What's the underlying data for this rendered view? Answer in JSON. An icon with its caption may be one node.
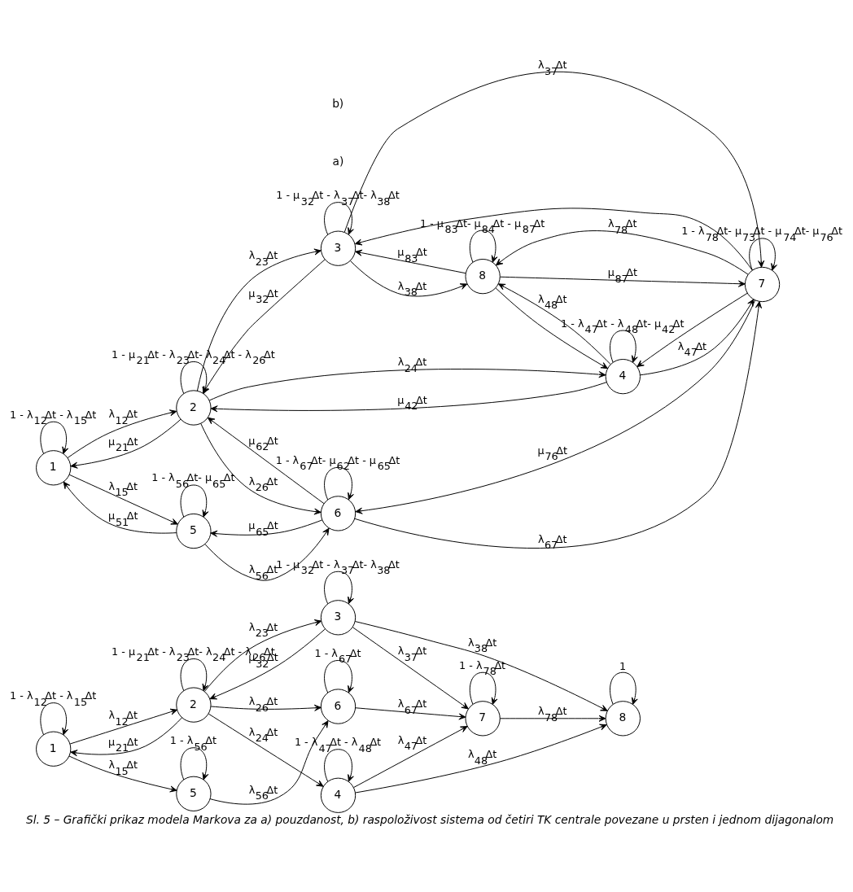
{
  "diagram": {
    "caption": "Sl. 5 – Grafički prikaz modela Markova za a) pouzdanost, b) raspoloživost sistema od četiri TK centrale povezane u prsten i jednom dijagonalom",
    "nodes": [
      {
        "text": [
          "1"
        ]
      },
      {
        "text": [
          "2"
        ]
      },
      {
        "text": [
          "3"
        ]
      },
      {
        "text": [
          "8"
        ]
      },
      {
        "text": [
          "4"
        ]
      },
      {
        "text": [
          "5"
        ]
      },
      {
        "text": [
          "6"
        ]
      },
      {
        "text": [
          "7"
        ]
      },
      {
        "text": [
          "1"
        ]
      },
      {
        "text": [
          "2"
        ]
      },
      {
        "text": [
          "3"
        ]
      },
      {
        "text": [
          "8"
        ]
      },
      {
        "text": [
          "4"
        ]
      },
      {
        "text": [
          "5"
        ]
      },
      {
        "text": [
          "6"
        ]
      },
      {
        "text": [
          "7"
        ]
      }
    ],
    "edges": [
      {
        "from": 0,
        "to": 0,
        "arrow": "to",
        "label": "1 - λ$_{12}$Δt - λ$_{15}$Δt"
      },
      {
        "from": 1,
        "to": 1,
        "arrow": "to",
        "label": "1 - μ$_{21}$Δt - λ$_{23}$Δt- λ$_{24}$Δt - λ$_{26}$Δt"
      },
      {
        "from": 2,
        "to": 2,
        "arrow": "to",
        "label": "1 - μ$_{32}$Δt - λ$_{37}$Δt- λ$_{38}$Δt"
      },
      {
        "from": 3,
        "to": 3,
        "arrow": "to",
        "label": "1"
      },
      {
        "from": 0,
        "to": 1,
        "arrow": "to",
        "label": "λ$_{12}$Δt"
      },
      {
        "from": 1,
        "to": 0,
        "arrow": "to",
        "label": "μ$_{21}$Δt"
      },
      {
        "from": 1,
        "to": 2,
        "arrow": "to",
        "label": "λ$_{23}$Δt"
      },
      {
        "from": 2,
        "to": 1,
        "arrow": "to",
        "label": "μ$_{32}$Δt"
      },
      {
        "from": 2,
        "to": 3,
        "arrow": "to",
        "label": "λ$_{38}$Δt"
      },
      {
        "from": 0,
        "to": 5,
        "arrow": "to",
        "label": "λ$_{15}$Δt"
      },
      {
        "from": 1,
        "to": 6,
        "arrow": "to",
        "label": "λ$_{26}$Δt"
      },
      {
        "from": 1,
        "to": 4,
        "arrow": "to",
        "label": "λ$_{24}$Δt"
      },
      {
        "from": 4,
        "to": 3,
        "arrow": "to",
        "label": "λ$_{48}$Δt"
      },
      {
        "from": 2,
        "to": 7,
        "arrow": "to",
        "label": "λ$_{37}$Δt"
      },
      {
        "from": 4,
        "to": 7,
        "arrow": "to",
        "label": "λ$_{47}$Δt"
      },
      {
        "from": 7,
        "to": 3,
        "arrow": "to",
        "label": "λ$_{78}$Δt"
      },
      {
        "from": 4,
        "to": 4,
        "arrow": "to",
        "label": "1 - λ$_{47}$Δt - λ$_{48}$Δt"
      },
      {
        "from": 5,
        "to": 6,
        "arrow": "to",
        "label": "λ$_{56}$Δt"
      },
      {
        "from": 6,
        "to": 7,
        "arrow": "to",
        "label": "λ$_{67}$Δt"
      },
      {
        "from": 5,
        "to": 5,
        "arrow": "to",
        "label": "1 - λ$_{56}$Δt"
      },
      {
        "from": 6,
        "to": 6,
        "arrow": "to",
        "label": "1 - λ$_{67}$Δt"
      },
      {
        "from": 7,
        "to": 7,
        "arrow": "to",
        "label": "1 - λ$_{78}$Δt"
      },
      {
        "from": 8,
        "to": 8,
        "arrow": "to",
        "label": "1 - λ$_{12}$Δt - λ$_{15}$Δt"
      },
      {
        "from": 9,
        "to": 9,
        "arrow": "to",
        "label": "1 - μ$_{21}$Δt - λ$_{23}$Δt- λ$_{24}$Δt - λ$_{26}$Δt"
      },
      {
        "from": 10,
        "to": 10,
        "arrow": "to",
        "label": "1 - μ$_{32}$Δt - λ$_{37}$Δt- λ$_{38}$Δt"
      },
      {
        "from": 11,
        "to": 11,
        "arrow": "to",
        "label": "1 - μ$_{83}$Δt- μ$_{84}$Δt - μ$_{87}$Δt"
      },
      {
        "from": 8,
        "to": 9,
        "arrow": "to",
        "label": "λ$_{12}$Δt"
      },
      {
        "from": 9,
        "to": 8,
        "arrow": "to",
        "label": "μ$_{21}$Δt"
      },
      {
        "from": 9,
        "to": 10,
        "arrow": "to",
        "label": "λ$_{23}$Δt"
      },
      {
        "from": 10,
        "to": 9,
        "arrow": "to",
        "label": "μ$_{32}$Δt"
      },
      {
        "from": 10,
        "to": 11,
        "arrow": "to",
        "label": "λ$_{38}$Δt"
      },
      {
        "from": 11,
        "to": 10,
        "arrow": "to",
        "label": "μ$_{83}$Δt"
      },
      {
        "from": 12,
        "to": 9,
        "arrow": "to",
        "label": "μ$_{42}$Δt"
      },
      {
        "from": 9,
        "to": 12,
        "arrow": "to",
        "label": "λ$_{24}$Δt"
      },
      {
        "from": 12,
        "to": 11,
        "arrow": "to",
        "label": "λ$_{48}$Δt"
      },
      {
        "from": 11,
        "to": 12,
        "arrow": "to"
      },
      {
        "from": 8,
        "to": 13,
        "arrow": "to",
        "label": "λ$_{15}$Δt"
      },
      {
        "from": 13,
        "to": 8,
        "arrow": "to",
        "label": "μ$_{51}$Δt"
      },
      {
        "from": 9,
        "to": 14,
        "arrow": "to",
        "label": "λ$_{26}$Δt"
      },
      {
        "from": 14,
        "to": 9,
        "arrow": "to",
        "label": "μ$_{62}$Δt"
      },
      {
        "from": 10,
        "to": 15,
        "arrow": "to",
        "label": "λ$_{37}$Δt"
      },
      {
        "from": 15,
        "to": 10,
        "arrow": "to"
      },
      {
        "from": 15,
        "to": 11,
        "arrow": "to",
        "label": "λ$_{78}$Δt"
      },
      {
        "from": 11,
        "to": 15,
        "arrow": "to",
        "label": "μ$_{87}$Δt"
      },
      {
        "from": 12,
        "to": 15,
        "arrow": "to",
        "label": "λ$_{47}$Δt"
      },
      {
        "from": 15,
        "to": 12,
        "arrow": "to"
      },
      {
        "from": 12,
        "to": 12,
        "arrow": "to",
        "label": "1 - λ$_{47}$Δt - λ$_{48}$Δt- μ$_{42}$Δt"
      },
      {
        "from": 13,
        "to": 14,
        "arrow": "to",
        "label": "λ$_{56}$Δt"
      },
      {
        "from": 14,
        "to": 13,
        "arrow": "to",
        "label": "μ$_{65}$Δt"
      },
      {
        "from": 14,
        "to": 15,
        "arrow": "to",
        "label": "λ$_{67}$Δt"
      },
      {
        "from": 15,
        "to": 14,
        "arrow": "to",
        "label": "μ$_{76}$Δt"
      },
      {
        "from": 13,
        "to": 13,
        "arrow": "to",
        "label": "1 - λ$_{56}$Δt- μ$_{65}$Δt"
      },
      {
        "from": 14,
        "to": 14,
        "arrow": "to",
        "label": "1 - λ$_{67}$Δt- μ$_{62}$Δt - μ$_{65}$Δt"
      },
      {
        "from": 15,
        "to": 15,
        "arrow": "to",
        "label": "1 - λ$_{78}$Δt- μ$_{73}$Δt - μ$_{74}$Δt- μ$_{76}$Δt"
      }
    ],
    "labels": [
      "a)",
      "b)"
    ]
  }
}
